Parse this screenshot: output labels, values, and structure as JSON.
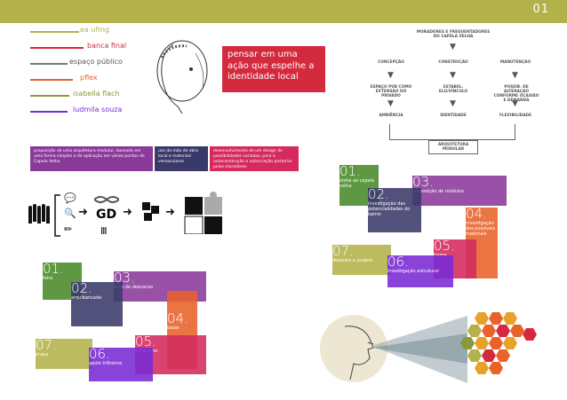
{
  "page_number": "01",
  "fishbone_labels": [
    "ea ufmg",
    "banca final",
    "espaço público",
    "pflex",
    "isabella flach",
    "ludmila souza"
  ],
  "fishbone_colors": [
    "#b3b24a",
    "#d42a3e",
    "#7a7a7a",
    "#e8622a",
    "#8a9a3a",
    "#7a2ad4"
  ],
  "bubble_text": "pensar em uma ação que espelhe a identidade local",
  "flowchart": {
    "top": "MORADORES E FREQUENTADORES DO CAPELA VELHA",
    "col1": "CONCEPÇÃO",
    "col2": "CONSTRUÇÃO",
    "col3": "MANUTENÇÃO",
    "col1b": "ESPAÇO PÚB COMO EXTENSÃO DO PRIVADO",
    "col2b": "ESTABEL. ELO/VÍNCULO",
    "col3b": "POSSIB. DE ALTERAÇÃO CONFORME OCASIÃO E DEMANDA",
    "col1c": "AMBIÊNCIA",
    "col2c": "IDENTIDADE",
    "col3c": "FLEXIBILIDADE",
    "bottom": "ARQUITETURA MODULAR"
  },
  "strip": [
    {
      "text": "proposição de uma arquitetura modular, baseada em uma forma simples e de aplicação em vários pontos de Capela Velha",
      "color": "#8a3a9a"
    },
    {
      "text": "uso da mão de obra local e materiais vernaculares",
      "color": "#3a3a6a"
    },
    {
      "text": "desenvolvimento de um design de possibilidades variadas, para a autoconstrução e autocriação posterior pelos moradores",
      "color": "#d42a5e"
    }
  ],
  "blocks_right": [
    {
      "n": "01.",
      "t": "visita ao capela velha",
      "color": "#4a8a2a"
    },
    {
      "n": "02.",
      "t": "investigação das potencialidades do bairro",
      "color": "#3a3a6a"
    },
    {
      "n": "03.",
      "t": "proposição de módulos",
      "color": "#8a3a9a"
    },
    {
      "n": "04.",
      "t": "investigação dos possíveis materiais",
      "color": "#e8622a"
    },
    {
      "n": "05.",
      "t": "forma",
      "color": "#d42a5e"
    },
    {
      "n": "06.",
      "t": "investigação estrutural",
      "color": "#7a2ad4"
    },
    {
      "n": "07.",
      "t": "desenho e projeto",
      "color": "#b3b24a"
    }
  ],
  "blocks_left": [
    {
      "n": "01.",
      "t": "feira",
      "color": "#4a8a2a"
    },
    {
      "n": "02.",
      "t": "arquibancada",
      "color": "#3a3a6a"
    },
    {
      "n": "03.",
      "t": "área de descanso",
      "color": "#8a3a9a"
    },
    {
      "n": "04.",
      "t": "bazar",
      "color": "#e8622a"
    },
    {
      "n": "05.",
      "t": "parquinho",
      "color": "#d42a5e"
    },
    {
      "n": "06.",
      "t": "apoio trilheiros",
      "color": "#7a2ad4"
    },
    {
      "n": "07.",
      "t": "praça",
      "color": "#b3b24a"
    }
  ],
  "icons": [
    "crowd-icon",
    "speech-icon",
    "magnifier-icon",
    "pencil-icon",
    "dna-icon",
    "chain-icon",
    "column-icon",
    "cubes-icon",
    "puzzle-icon"
  ]
}
